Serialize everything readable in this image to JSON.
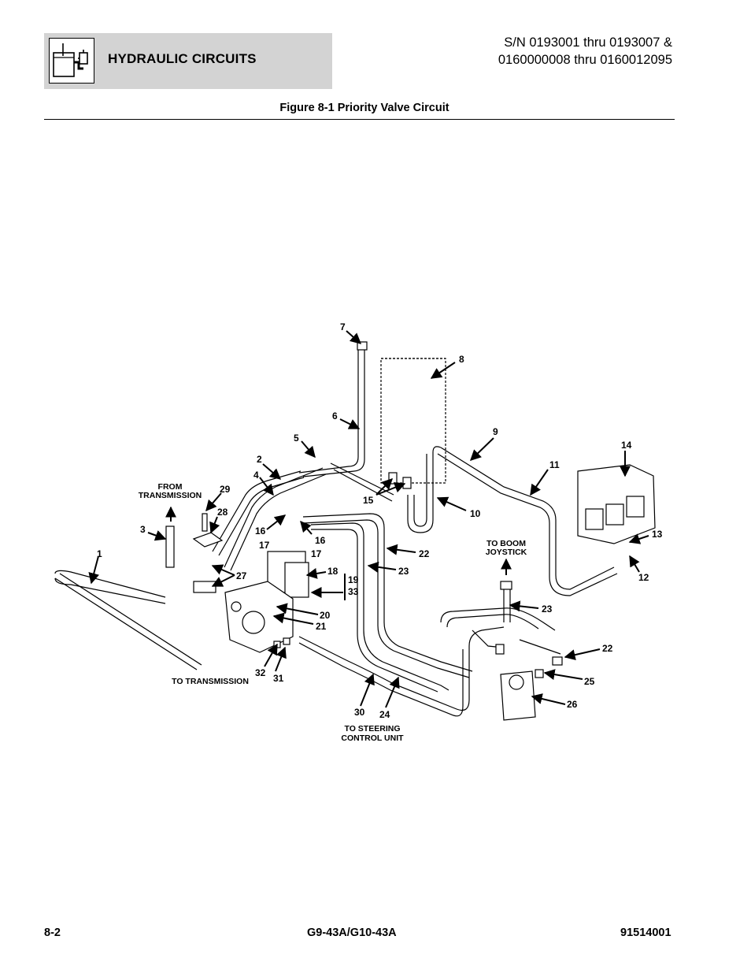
{
  "header": {
    "section_title": "HYDRAULIC CIRCUITS",
    "sn_line1": "S/N 0193001 thru 0193007 &",
    "sn_line2": "0160000008 thru 0160012095",
    "icon": "hydraulic-circuit-icon"
  },
  "figure": {
    "title": "Figure 8-1 Priority Valve Circuit",
    "callouts": [
      "7",
      "8",
      "6",
      "9",
      "5",
      "2",
      "4",
      "14",
      "11",
      "29",
      "28",
      "15",
      "10",
      "16",
      "16",
      "17",
      "17",
      "3",
      "1",
      "27",
      "18",
      "19",
      "33",
      "22",
      "23",
      "20",
      "21",
      "13",
      "12",
      "23",
      "22",
      "32",
      "31",
      "25",
      "26",
      "30",
      "24"
    ],
    "notes": {
      "from_transmission_1": "FROM",
      "from_transmission_2": "TRANSMISSION",
      "to_boom_1": "TO BOOM",
      "to_boom_2": "JOYSTICK",
      "to_transmission": "TO TRANSMISSION",
      "to_steering_1": "TO STEERING",
      "to_steering_2": "CONTROL UNIT"
    }
  },
  "footer": {
    "page": "8-2",
    "model": "G9-43A/G10-43A",
    "doc_number": "91514001"
  }
}
